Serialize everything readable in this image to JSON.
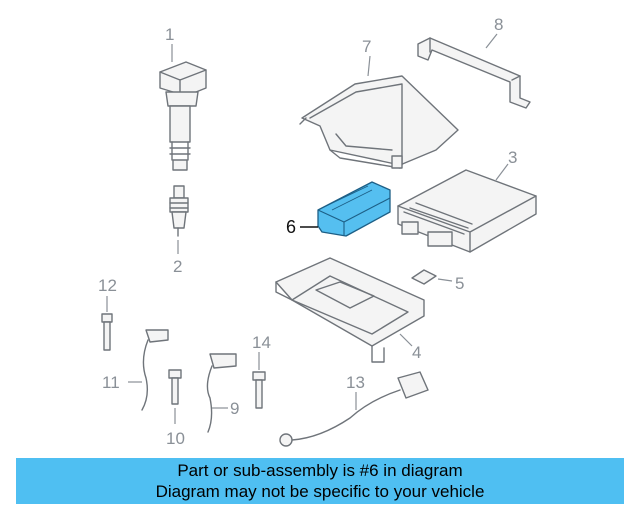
{
  "diagram": {
    "callouts": [
      "1",
      "2",
      "3",
      "4",
      "5",
      "6",
      "7",
      "8",
      "9",
      "10",
      "11",
      "12",
      "13",
      "14"
    ],
    "highlight_color": "#55bff0"
  },
  "banner": {
    "line1": "Part or sub-assembly is #6 in diagram",
    "line2": "Diagram may not be specific to your vehicle",
    "background": "#4fbff2"
  }
}
